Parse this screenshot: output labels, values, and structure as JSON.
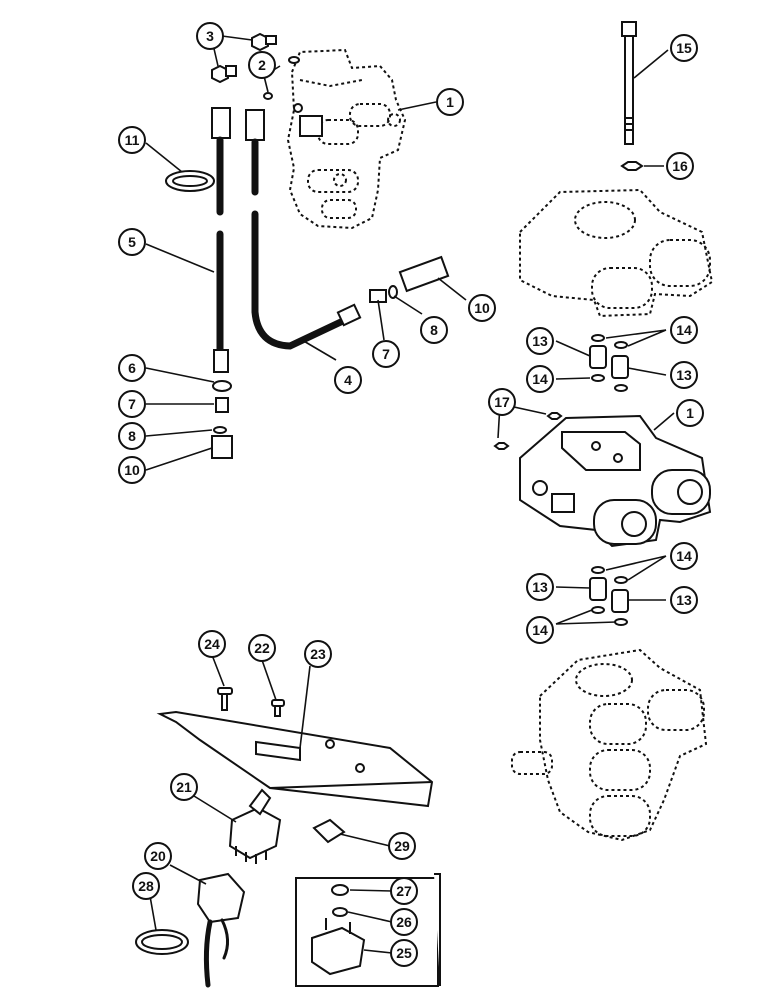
{
  "callouts": [
    {
      "key": "c3",
      "label": "3"
    },
    {
      "key": "c2",
      "label": "2"
    },
    {
      "key": "c1a",
      "label": "1"
    },
    {
      "key": "c11",
      "label": "11"
    },
    {
      "key": "c5",
      "label": "5"
    },
    {
      "key": "c6",
      "label": "6"
    },
    {
      "key": "c7a",
      "label": "7"
    },
    {
      "key": "c8a",
      "label": "8"
    },
    {
      "key": "c10a",
      "label": "10"
    },
    {
      "key": "c4",
      "label": "4"
    },
    {
      "key": "c7b",
      "label": "7"
    },
    {
      "key": "c8b",
      "label": "8"
    },
    {
      "key": "c10b",
      "label": "10"
    },
    {
      "key": "c15",
      "label": "15"
    },
    {
      "key": "c16",
      "label": "16"
    },
    {
      "key": "c13a",
      "label": "13"
    },
    {
      "key": "c14a",
      "label": "14"
    },
    {
      "key": "c14b",
      "label": "14"
    },
    {
      "key": "c13b",
      "label": "13"
    },
    {
      "key": "c17",
      "label": "17"
    },
    {
      "key": "c1b",
      "label": "1"
    },
    {
      "key": "c14c",
      "label": "14"
    },
    {
      "key": "c13c",
      "label": "13"
    },
    {
      "key": "c13d",
      "label": "13"
    },
    {
      "key": "c14d",
      "label": "14"
    },
    {
      "key": "c24",
      "label": "24"
    },
    {
      "key": "c22",
      "label": "22"
    },
    {
      "key": "c23",
      "label": "23"
    },
    {
      "key": "c21",
      "label": "21"
    },
    {
      "key": "c29",
      "label": "29"
    },
    {
      "key": "c20",
      "label": "20"
    },
    {
      "key": "c28",
      "label": "28"
    },
    {
      "key": "c27",
      "label": "27"
    },
    {
      "key": "c26",
      "label": "26"
    },
    {
      "key": "c25",
      "label": "25"
    }
  ]
}
